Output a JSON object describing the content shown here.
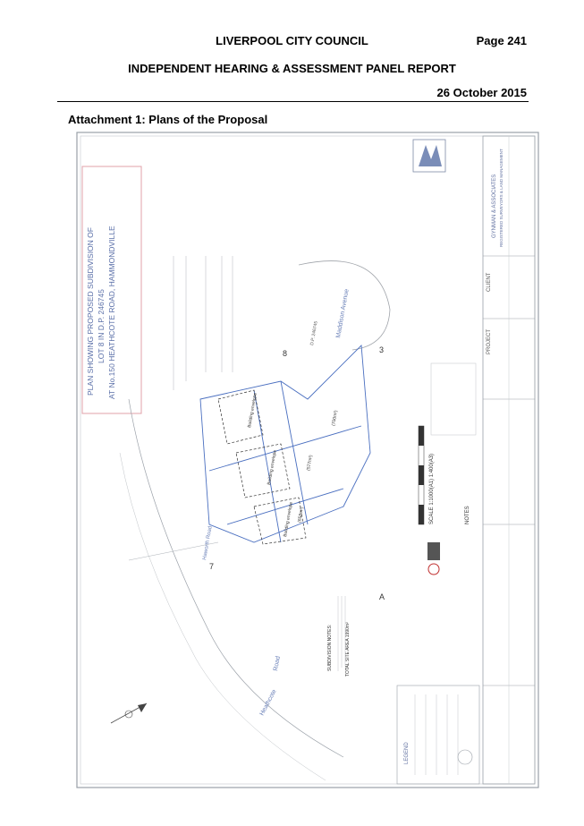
{
  "header": {
    "council": "LIVERPOOL CITY COUNCIL",
    "page": "Page 241",
    "report": "INDEPENDENT HEARING & ASSESSMENT PANEL REPORT",
    "date": "26 October 2015"
  },
  "attachment": {
    "title": "Attachment 1: Plans of the Proposal"
  },
  "plan": {
    "title_line1": "PLAN SHOWING PROPOSED SUBDIVISION OF",
    "title_line2": "LOT 8 IN D.P. 246745",
    "title_line3": "AT No.150 HEATHCOTE ROAD, HAMMONDVILLE",
    "notes_heading": "SUBDIVISION NOTES:",
    "total_site_area": "TOTAL SITE AREA 1990m²",
    "building_envelope": "Building envelope",
    "street_heathcote": "Heathcote",
    "street_road": "Road",
    "street_haworth": "Haworth Road",
    "street_maddison": "Maddison Avenue",
    "scale_label": "SCALE 1:1000(A1) 1:400(A3)",
    "notes_label": "NOTES",
    "legend_label": "LEGEND",
    "client_label": "CLIENT",
    "project_label": "PROJECT",
    "company": "GYNMAN & ASSOCIATES",
    "company_sub": "REGISTERED SURVEYORS & LAND MANAGEMENT",
    "lot_7": "7",
    "lot_8": "8",
    "lot_3": "3",
    "lot_a": "A",
    "dp": "D.P. 246745",
    "area_1": "(700m²)",
    "area_2": "(577m²)",
    "area_3": "(658m²)"
  }
}
